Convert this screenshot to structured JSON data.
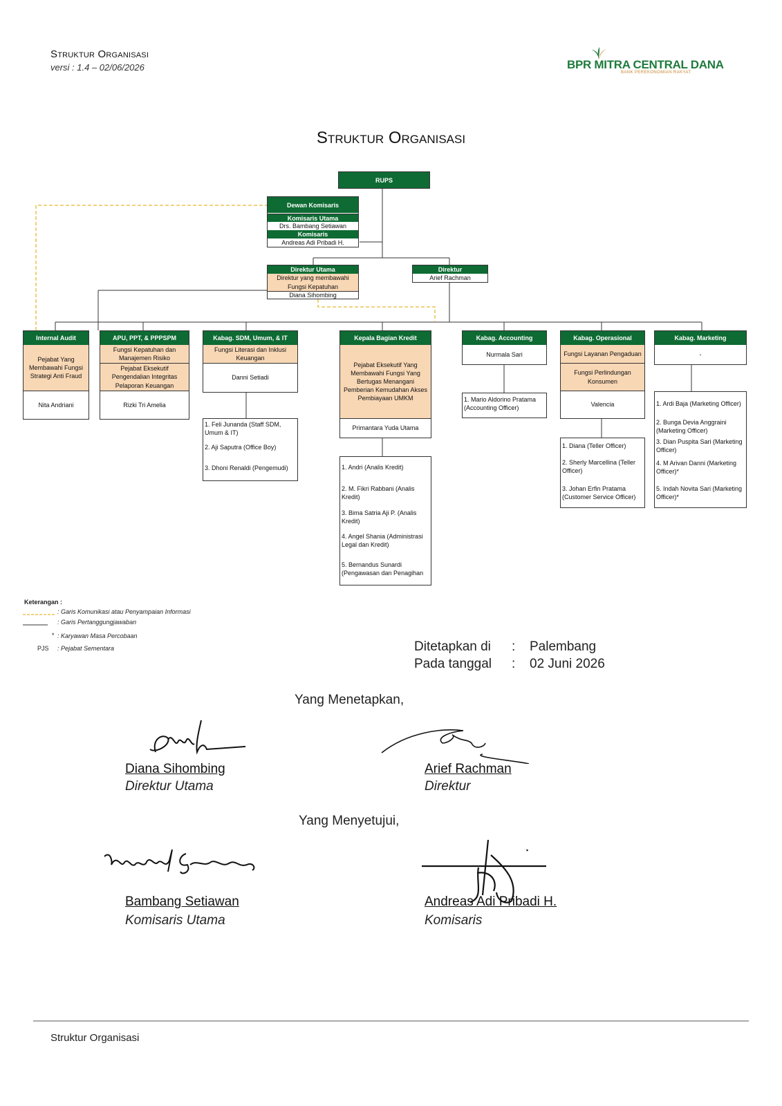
{
  "header": {
    "title": "Struktur Organisasi",
    "version": "versi : 1.4 – 02/06/2026",
    "logo_name": "BPR MITRA CENTRAL DANA",
    "logo_sub": "BANK PEREKONOMIAN RAKYAT"
  },
  "main_title": "Struktur Organisasi",
  "org": {
    "rups": "RUPS",
    "dewan_komisaris": {
      "title": "Dewan Komisaris",
      "komisaris_utama_label": "Komisaris Utama",
      "komisaris_utama": "Drs. Bambang Setiawan",
      "komisaris_label": "Komisaris",
      "komisaris": "Andreas Adi Pribadi H."
    },
    "direktur_utama": {
      "title": "Direktur Utama",
      "role": "Direktur yang membawahi Fungsi Kepatuhan",
      "name": "Diana Sihombing"
    },
    "direktur": {
      "title": "Direktur",
      "name": "Arief Rachman"
    },
    "internal_audit": {
      "title": "Internal Audit",
      "role": "Pejabat Yang Membawahi Fungsi Strategi Anti Fraud",
      "name": "Nita Andriani"
    },
    "apu": {
      "title": "APU, PPT, & PPPSPM",
      "role1": "Fungsi Kepatuhan dan Manajemen Risiko",
      "role2": "Pejabat Eksekutif Pengendalian Integritas Pelaporan Keuangan",
      "name": "Rizki Tri Amelia"
    },
    "sdm": {
      "title": "Kabag. SDM, Umum, & IT",
      "role": "Fungsi Literasi dan Inklusi Keuangan",
      "name": "Danni Setiadi",
      "staff": [
        "1. Feli Junanda (Staff SDM, Umum  & IT)",
        "2. Aji Saputra (Office Boy)",
        "3. Dhoni Renaldi (Pengemudi)"
      ]
    },
    "kredit": {
      "title": "Kepala Bagian Kredit",
      "role": "Pejabat Eksekutif Yang Membawahi Fungsi Yang Bertugas Menangani Pemberian Kemudahan Akses Pembiayaan UMKM",
      "name": "Primantara Yuda Utama",
      "staff": [
        "1. Andri (Analis Kredit)",
        "2. M. Fikri Rabbani (Analis Kredit)",
        "3. Bima Satria Aji P. (Analis Kredit)",
        "4. Angel Shania (Administrasi Legal dan Kredit)",
        "5. Bernandus Sunardi (Pengawasan dan Penagihan"
      ]
    },
    "accounting": {
      "title": "Kabag. Accounting",
      "name": "Nurmala Sari",
      "staff": [
        "1. Mario Aldorino Pratama (Accounting Officer)"
      ]
    },
    "operasional": {
      "title": "Kabag. Operasional",
      "role1": "Fungsi Layanan Pengaduan",
      "role2": "Fungsi Perlindungan Konsumen",
      "name": "Valencia",
      "staff": [
        "1. Diana (Teller Officer)",
        "2. Sherly Marcellina (Teller Officer)",
        "3. Johan Erfin Pratama (Customer Service Officer)"
      ]
    },
    "marketing": {
      "title": "Kabag. Marketing",
      "name": "-",
      "staff": [
        "1. Ardi Baja (Marketing Officer)",
        "2. Bunga Devia Anggraini (Marketing Officer)",
        "3. Dian Puspita Sari (Marketing Officer)",
        "4. M Arivan Danni (Marketing Officer)*",
        "5. Indah Novita Sari (Marketing Officer)*"
      ]
    }
  },
  "legend": {
    "title": "Keterangan :",
    "dashed": ": Garis Komunikasi atau Penyampaian Informasi",
    "solid": ": Garis Pertanggungjawaban",
    "asterisk_symbol": "*",
    "asterisk": ": Karyawan Masa Percobaan",
    "pjs_symbol": "PJS",
    "pjs": ": Pejabat Sementara"
  },
  "ditetapkan": {
    "label1": "Ditetapkan di",
    "colon": ":",
    "value1": "Palembang",
    "label2": "Pada tanggal",
    "value2": "02 Juni 2026"
  },
  "signatures": {
    "menetapkan": "Yang Menetapkan,",
    "menyetujui": "Yang Menyetujui,",
    "people": [
      {
        "name": "Diana Sihombing",
        "role": "Direktur Utama"
      },
      {
        "name": "Arief Rachman",
        "role": "Direktur"
      },
      {
        "name": "Bambang Setiawan",
        "role": "Komisaris Utama"
      },
      {
        "name": "Andreas Adi Pribadi H.",
        "role": "Komisaris"
      }
    ]
  },
  "footer": "Struktur Organisasi",
  "colors": {
    "header_green": "#0e6b33",
    "peach": "#f8d7b5",
    "dashed_line": "#e8b830",
    "logo_green": "#1e7a3c",
    "logo_orange": "#c9862f"
  }
}
